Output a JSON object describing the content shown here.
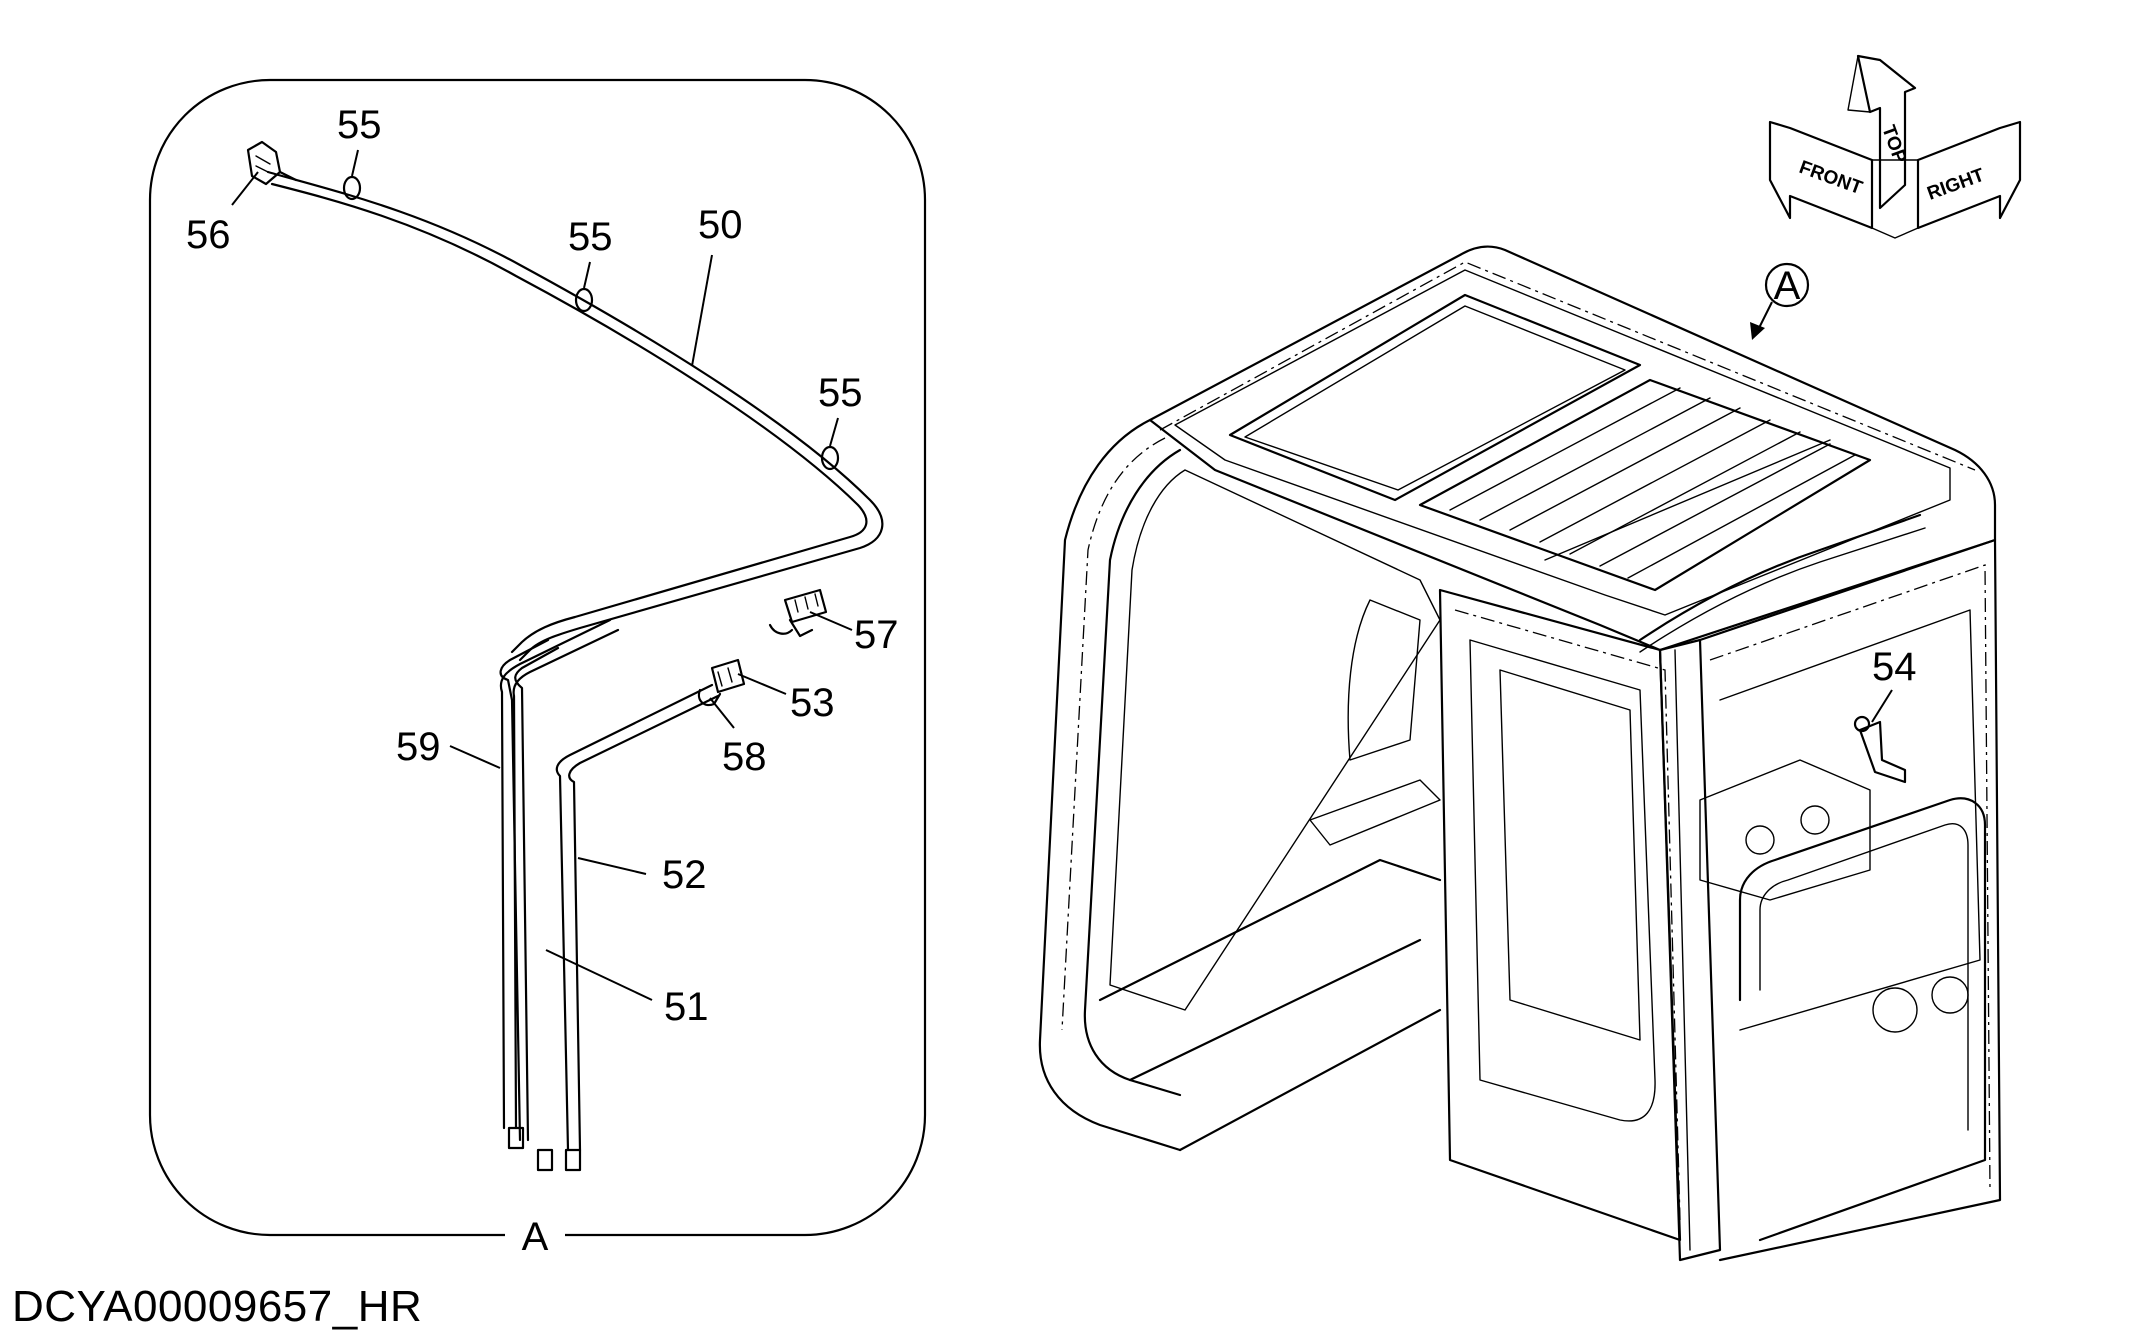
{
  "figure_id": "DCYA00009657_HR",
  "detail": {
    "view_label": "A",
    "callouts": {
      "c55a": "55",
      "c56": "56",
      "c55b": "55",
      "c50": "50",
      "c55c": "55",
      "c57": "57",
      "c53": "53",
      "c59": "59",
      "c58": "58",
      "c52": "52",
      "c51": "51"
    }
  },
  "main": {
    "view_ref": "A",
    "callouts": {
      "c54": "54"
    }
  },
  "orientation": {
    "top": "TOP",
    "front": "FRONT",
    "right": "RIGHT"
  },
  "colors": {
    "line": "#000000",
    "background": "#ffffff"
  }
}
